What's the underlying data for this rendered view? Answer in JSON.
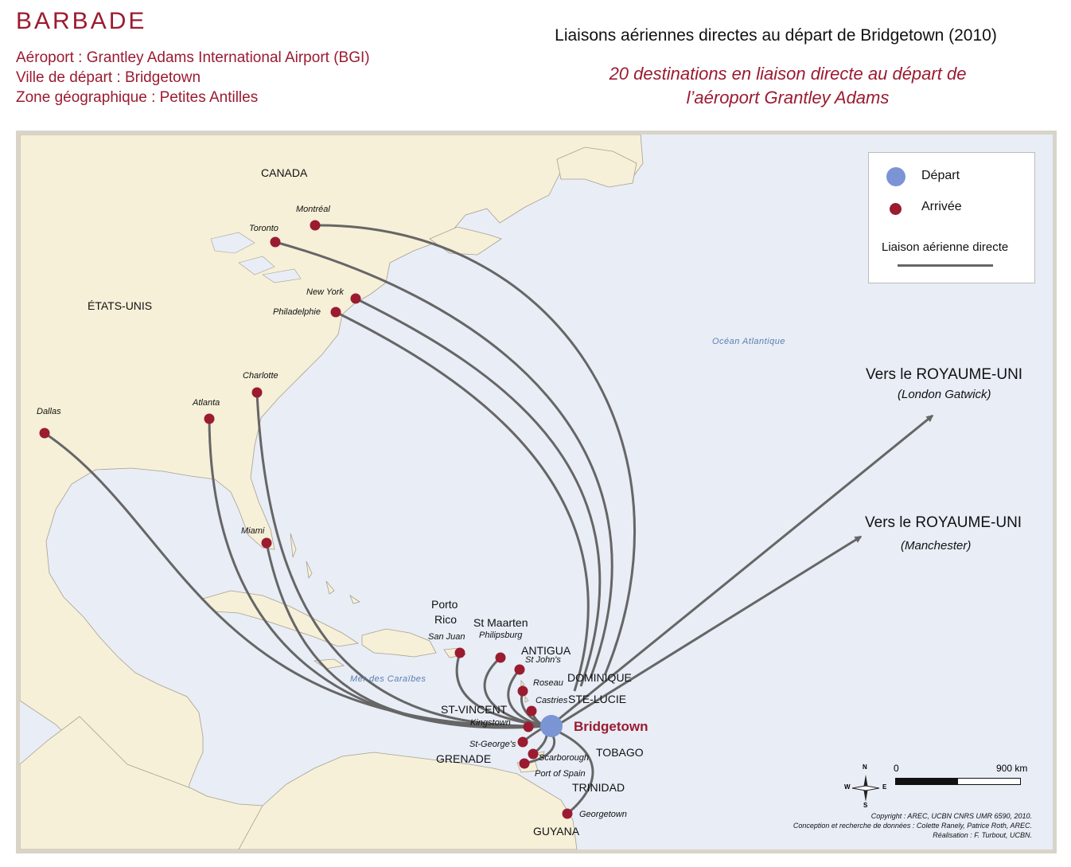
{
  "header": {
    "country": "BARBADE",
    "airport": "Aéroport : Grantley Adams International Airport (BGI)",
    "departure_city": "Ville de départ : Bridgetown",
    "zone": "Zone géographique : Petites Antilles",
    "title": "Liaisons aériennes directes au départ de Bridgetown (2010)",
    "subtitle_line1": "20 destinations en liaison directe au départ de",
    "subtitle_line2": "l’aéroport Grantley Adams"
  },
  "legend": {
    "departure": "Départ",
    "arrival": "Arrivée",
    "route": "Liaison aérienne directe"
  },
  "colors": {
    "brand": "#9b1b30",
    "departure_dot": "#7b95d4",
    "arrival_dot": "#9b1b30",
    "route_line": "#666666",
    "sea": "#e8edf6",
    "land": "#f6f0d8"
  },
  "origin": {
    "name": "Bridgetown"
  },
  "countries": [
    "CANADA",
    "ÉTATS-UNIS",
    "GUYANA"
  ],
  "islands": {
    "porto_rico_1": "Porto",
    "porto_rico_2": "Rico",
    "st_maarten": "St Maarten",
    "antigua": "ANTIGUA",
    "dominique": "DOMINIQUE",
    "ste_lucie": "STE-LUCIE",
    "st_vincent": "ST-VINCENT",
    "grenade": "GRENADE",
    "tobago": "TOBAGO",
    "trinidad": "TRINIDAD"
  },
  "seas": {
    "atlantic": "Océan Atlantique",
    "caribbean": "Mer des Caraïbes"
  },
  "destinations": [
    "Montréal",
    "Toronto",
    "New York",
    "Philadelphie",
    "Charlotte",
    "Atlanta",
    "Dallas",
    "Miami",
    "San Juan",
    "Philipsburg",
    "St John's",
    "Roseau",
    "Castries",
    "Kingstown",
    "St-George's",
    "Scarborough",
    "Port of Spain",
    "Georgetown"
  ],
  "uk": {
    "gatwick_title": "Vers le ROYAUME-UNI",
    "gatwick_sub": "(London Gatwick)",
    "manchester_title": "Vers le ROYAUME-UNI",
    "manchester_sub": "(Manchester)"
  },
  "scale": {
    "start": "0",
    "end": "900 km"
  },
  "compass": {
    "n": "N",
    "s": "S",
    "e": "E",
    "w": "W"
  },
  "credits": {
    "line1": "Copyright : AREC, UCBN CNRS UMR 6590, 2010.",
    "line2": "Conception et recherche de données : Colette Ranely, Patrice Roth, AREC.",
    "line3": "Réalisation : F. Turbout, UCBN."
  }
}
